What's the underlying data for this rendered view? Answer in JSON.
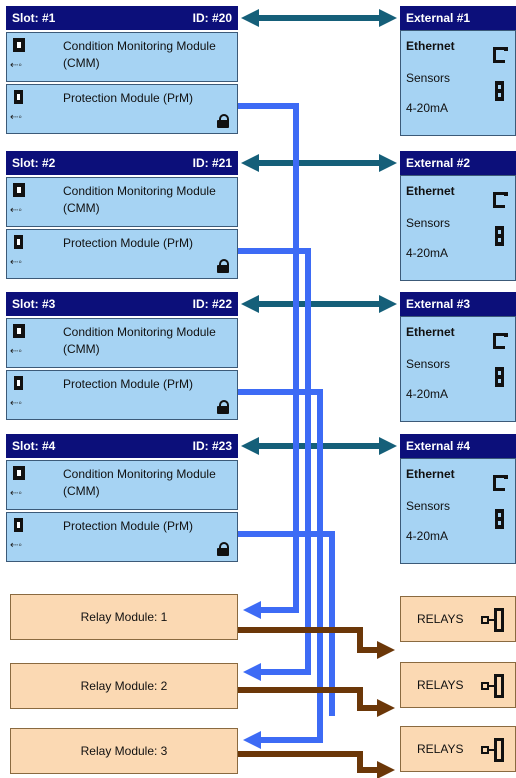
{
  "slots": [
    {
      "label": "Slot: #1",
      "id": "ID: #20",
      "modules": [
        {
          "title": "Condition Monitoring Module (CMM)"
        },
        {
          "title": "Protection Module (PrM)"
        }
      ]
    },
    {
      "label": "Slot: #2",
      "id": "ID: #21",
      "modules": [
        {
          "title": "Condition Monitoring Module (CMM)"
        },
        {
          "title": "Protection Module (PrM)"
        }
      ]
    },
    {
      "label": "Slot: #3",
      "id": "ID: #22",
      "modules": [
        {
          "title": "Condition Monitoring Module (CMM)"
        },
        {
          "title": "Protection Module (PrM)"
        }
      ]
    },
    {
      "label": "Slot: #4",
      "id": "ID: #23",
      "modules": [
        {
          "title": "Condition Monitoring Module (CMM)"
        },
        {
          "title": "Protection Module (PrM)"
        }
      ]
    }
  ],
  "externals": [
    {
      "label": "External #1",
      "ethernet": "Ethernet",
      "sensors": "Sensors",
      "analog": "4-20mA"
    },
    {
      "label": "External #2",
      "ethernet": "Ethernet",
      "sensors": "Sensors",
      "analog": "4-20mA"
    },
    {
      "label": "External #3",
      "ethernet": "Ethernet",
      "sensors": "Sensors",
      "analog": "4-20mA"
    },
    {
      "label": "External #4",
      "ethernet": "Ethernet",
      "sensors": "Sensors",
      "analog": "4-20mA"
    }
  ],
  "relay_modules": [
    "Relay Module: 1",
    "Relay Module: 2",
    "Relay Module: 3"
  ],
  "relay_outputs": [
    "RELAYS",
    "RELAYS",
    "RELAYS"
  ],
  "colors": {
    "header": "#0c0f7a",
    "module": "#a6d3f3",
    "relay": "#fbd9b3",
    "arrow_teal": "#155f79",
    "arrow_blue": "#3d6bf5",
    "arrow_brown": "#6b3708"
  }
}
